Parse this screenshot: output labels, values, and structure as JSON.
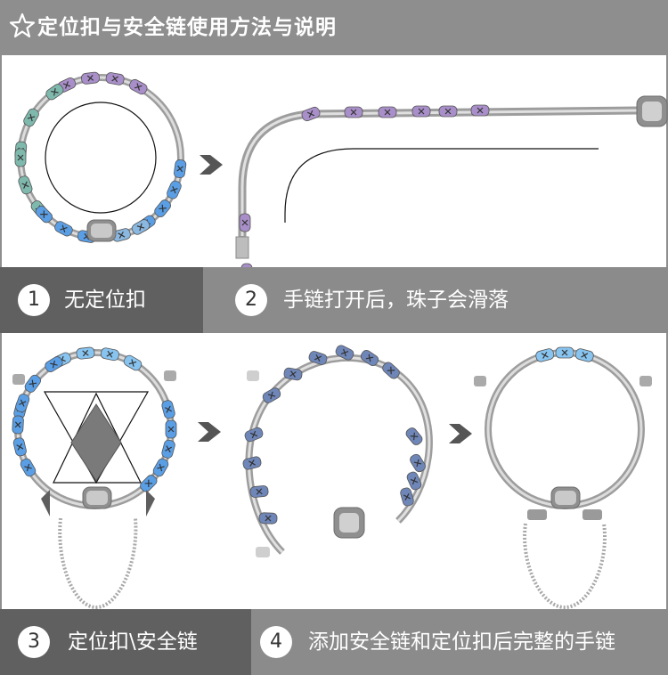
{
  "header": {
    "title": "定位扣与安全链使用方法与说明",
    "icon": "star-outline-icon"
  },
  "steps": [
    {
      "number": "1",
      "label": "无定位扣"
    },
    {
      "number": "2",
      "label": "手链打开后，珠子会滑落"
    },
    {
      "number": "3",
      "label": "定位扣\\安全链"
    },
    {
      "number": "4",
      "label": "添加安全链和定位扣后完整的手链"
    }
  ],
  "colors": {
    "header_bg": "#8e8e8e",
    "step_dark": "#606060",
    "step_light": "#8b8b8b",
    "bead_purple": "#a98fc9",
    "bead_teal": "#7fb9ad",
    "bead_blue": "#5a9fe6",
    "bead_navy": "#6f86b8",
    "chain_silver": "#b9b9b9"
  }
}
